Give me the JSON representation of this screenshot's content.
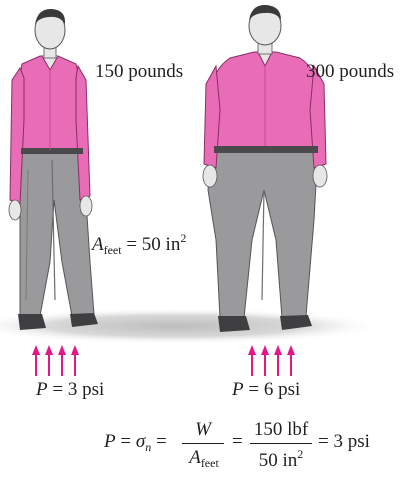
{
  "people": [
    {
      "weight_label": "150 pounds",
      "pressure_symbol": "P",
      "pressure_text": "= 3 psi",
      "arrow_count": 4
    },
    {
      "weight_label": "300 pounds",
      "pressure_symbol": "P",
      "pressure_text": "= 6 psi",
      "arrow_count": 4
    }
  ],
  "area_label": {
    "symbol": "A",
    "subscript": "feet",
    "value": "= 50 in",
    "exponent": "2"
  },
  "equation": {
    "lhs_symbol": "P",
    "eq1": "=",
    "sigma": "σ",
    "sigma_sub": "n",
    "eq2": "=",
    "frac1_num": "W",
    "frac1_den_symbol": "A",
    "frac1_den_sub": "feet",
    "eq3": "=",
    "frac2_num": "150 lbf",
    "frac2_den": "50 in",
    "frac2_den_exp": "2",
    "eq4": "= 3 psi"
  },
  "colors": {
    "shirt": "#e96cb6",
    "shirt_shadow": "#c94a95",
    "pants": "#9a9a9c",
    "pants_shadow": "#6e6e70",
    "skin": "#e7e7e7",
    "arrow": "#e2178a",
    "shadow": "#c9c9c9"
  }
}
